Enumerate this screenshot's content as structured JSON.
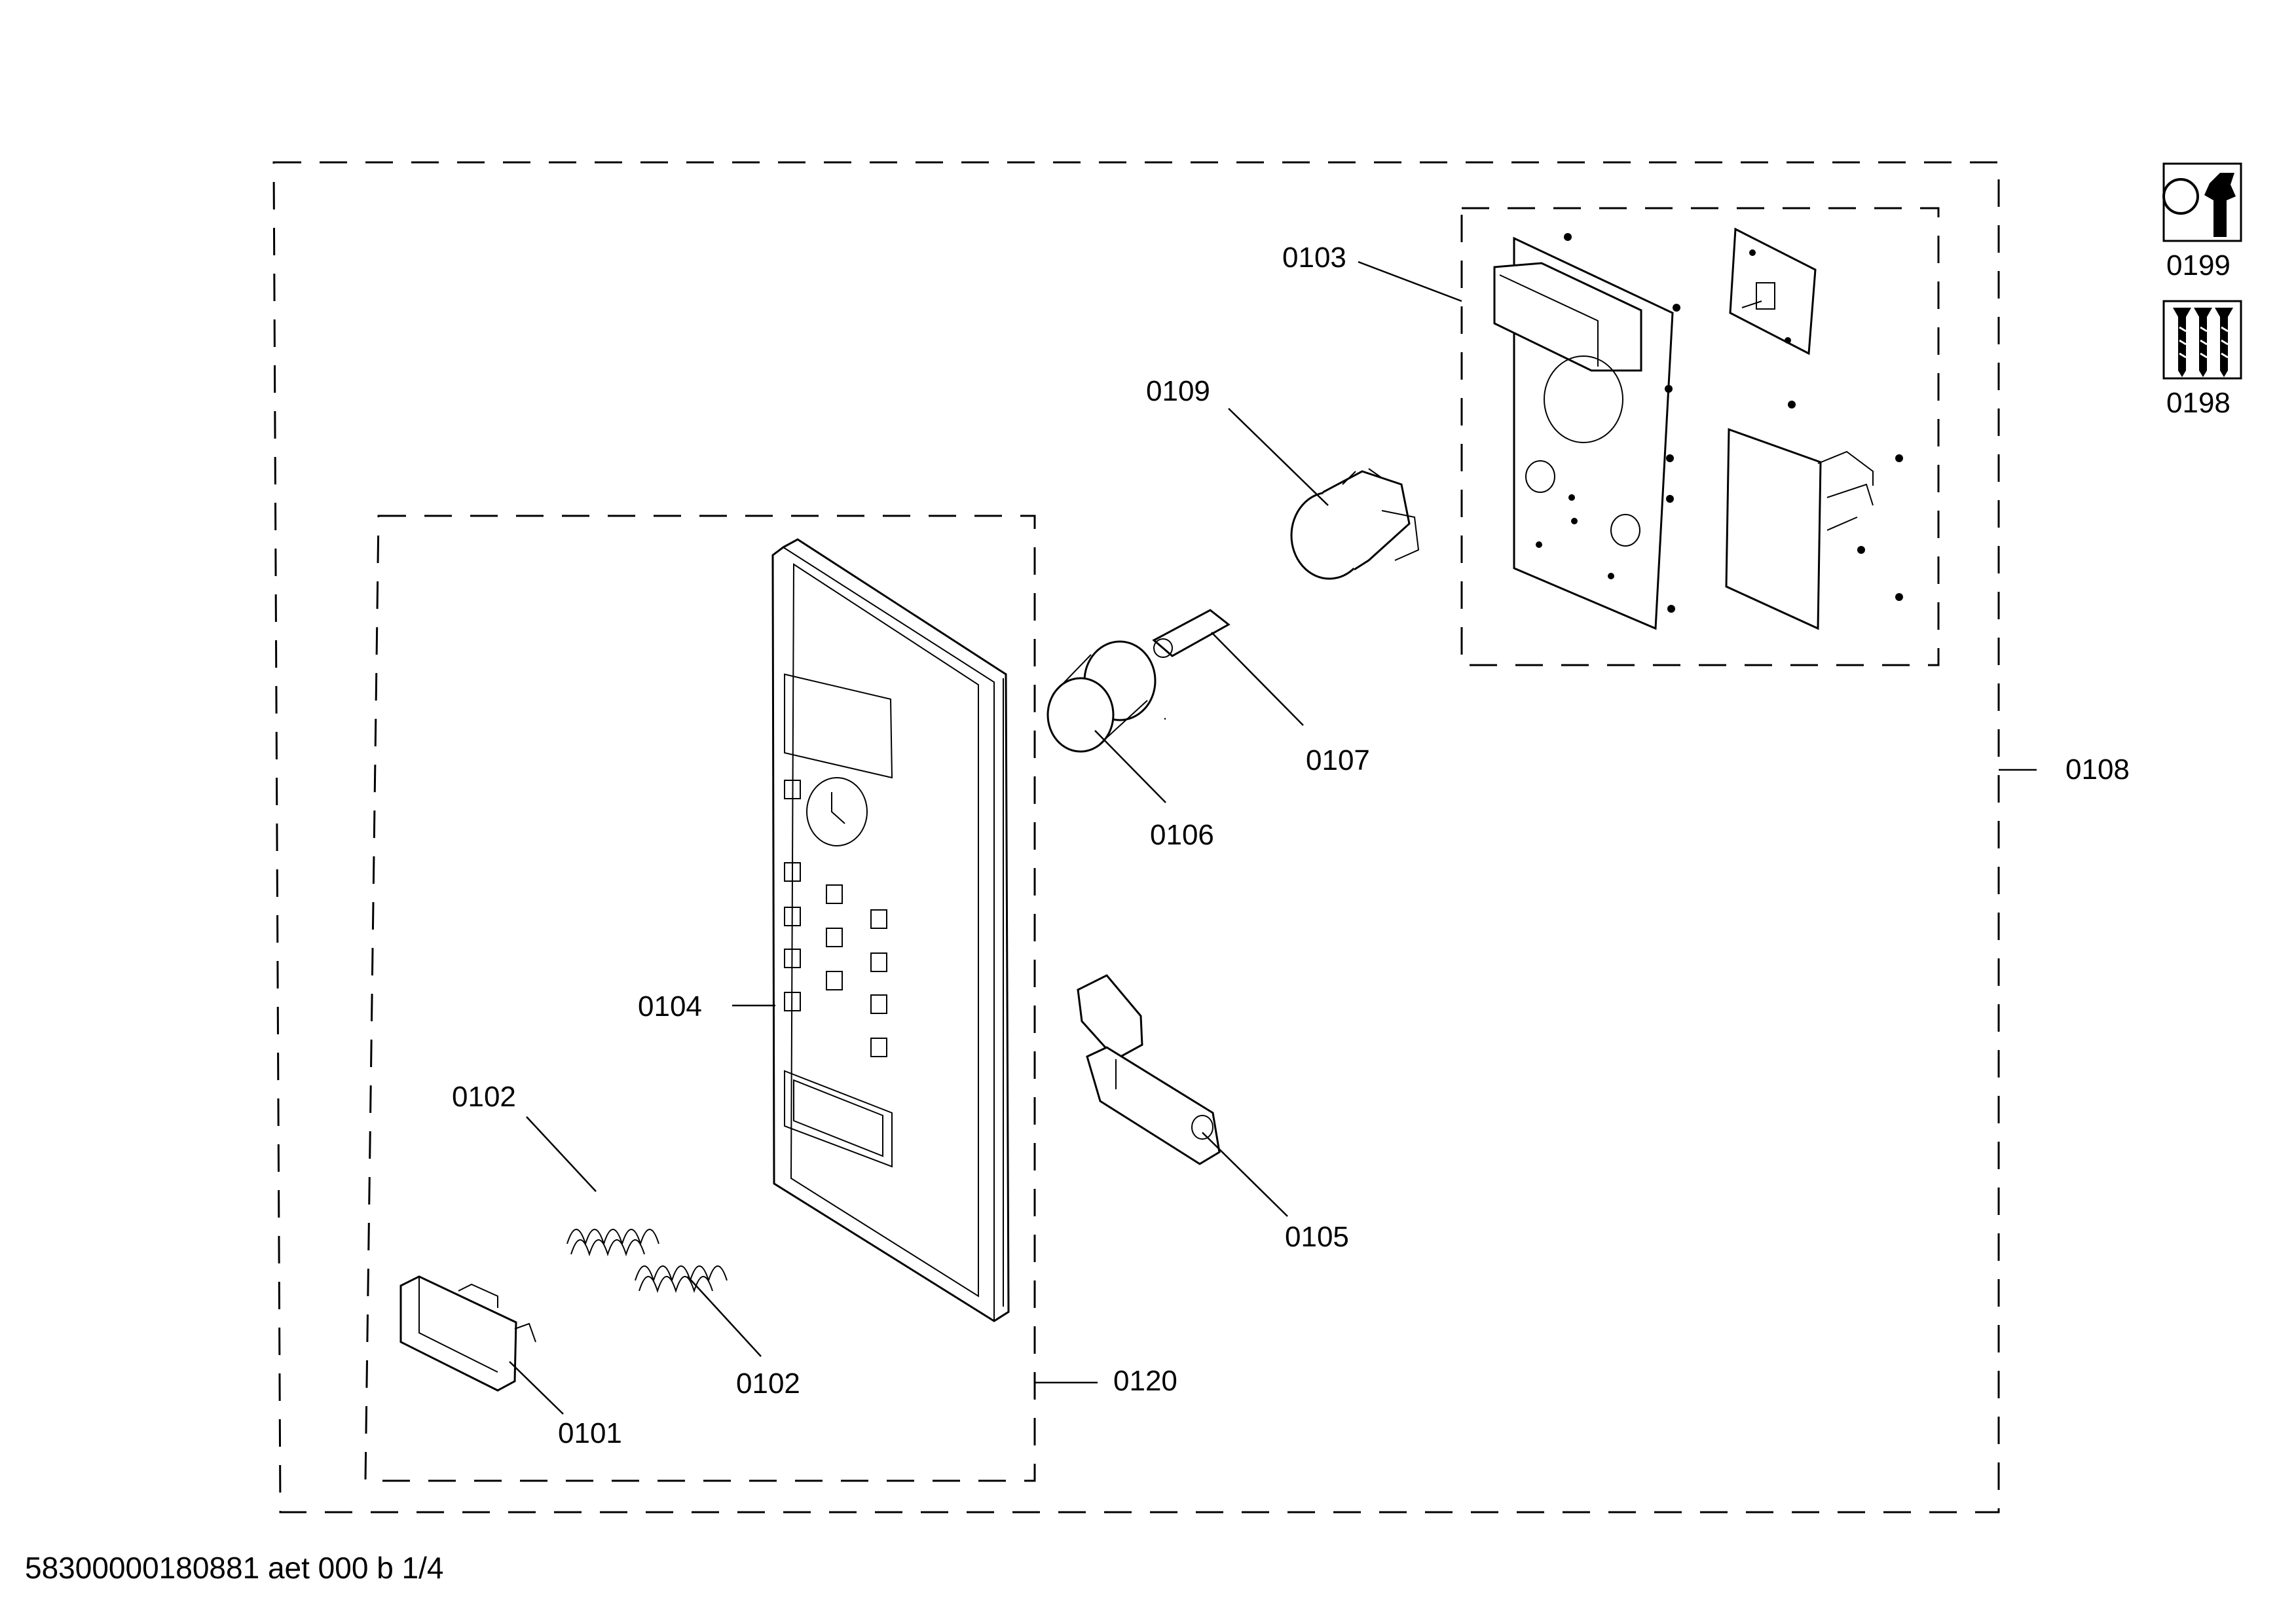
{
  "labels": {
    "p0101": "0101",
    "p0102a": "0102",
    "p0102b": "0102",
    "p0103": "0103",
    "p0104": "0104",
    "p0105": "0105",
    "p0106": "0106",
    "p0107": "0107",
    "p0108": "0108",
    "p0109": "0109",
    "p0120": "0120",
    "p0198": "0198",
    "p0199": "0199"
  },
  "icons": {
    "p0199": "wrench-icon",
    "p0198": "screws-icon"
  },
  "footer": {
    "text": "58300000180881 aet 000 b 1/4"
  }
}
